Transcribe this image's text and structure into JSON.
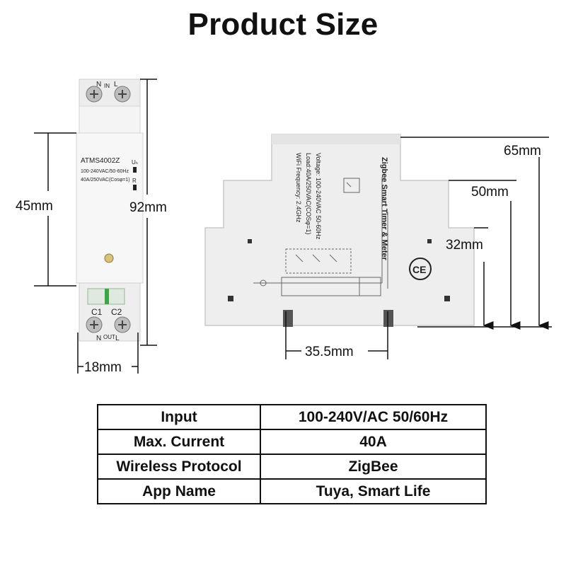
{
  "title": "Product Size",
  "front_view": {
    "model": "ATMS4002Z",
    "spec_line1": "100-240VAC/50-60Hz",
    "spec_line2": "40A/250VAC(Cosφ=1)",
    "terminal_top_n": "N",
    "terminal_top_in": "IN",
    "terminal_top_l": "L",
    "terminal_bottom_n": "N",
    "terminal_bottom_out": "OUT",
    "terminal_bottom_l": "L",
    "c1": "C1",
    "c2": "C2",
    "side_mark_u": "Uₕ",
    "side_mark_r": "R"
  },
  "side_view": {
    "title": "Zigbee Smart Timer & Meter",
    "voltage": "Voltage: 100-240VAC 50-60Hz",
    "load": "Load:40A/250VAC(COSφ=1)",
    "wifi": "WiFi Frequency: 2.4GHz",
    "ce_mark": "CE"
  },
  "dimensions": {
    "height_45": "45mm",
    "height_92": "92mm",
    "width_18": "18mm",
    "depth_65": "65mm",
    "depth_50": "50mm",
    "depth_32": "32mm",
    "rail_35_5": "35.5mm"
  },
  "specs": [
    {
      "key": "Input",
      "value": "100-240V/AC  50/60Hz"
    },
    {
      "key": "Max. Current",
      "value": "40A"
    },
    {
      "key": "Wireless Protocol",
      "value": "ZigBee"
    },
    {
      "key": "App Name",
      "value": "Tuya, Smart Life"
    }
  ]
}
